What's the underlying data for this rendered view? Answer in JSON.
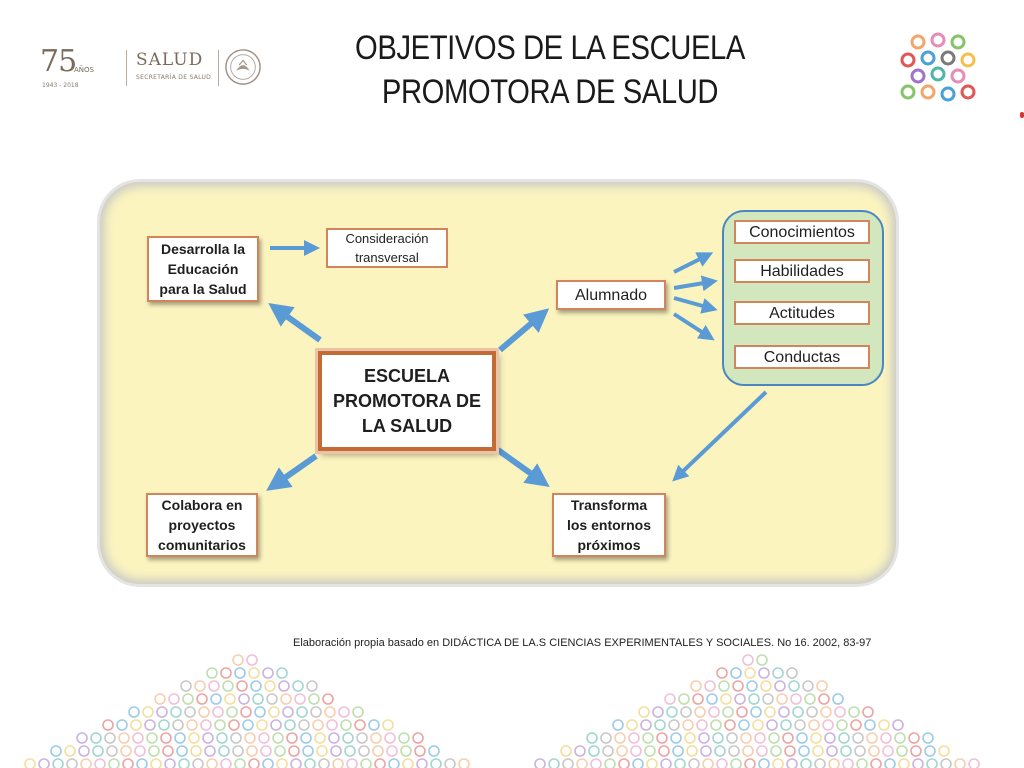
{
  "header": {
    "logo_number": "75",
    "logo_anos": "AÑOS",
    "logo_years": "1943 - 2018",
    "logo_salud": "SALUD",
    "logo_secretaria": "SECRETARÍA DE SALUD",
    "title_line1": "OBJETIVOS DE LA ESCUELA",
    "title_line2": "PROMOTORA DE SALUD"
  },
  "diagram": {
    "center": {
      "line1": "ESCUELA",
      "line2": "PROMOTORA DE",
      "line3": "LA SALUD"
    },
    "desarrolla": {
      "line1": "Desarrolla la",
      "line2": "Educación",
      "line3": "para la Salud"
    },
    "consideracion": {
      "line1": "Consideración",
      "line2": "transversal"
    },
    "alumnado": "Alumnado",
    "outcomes": [
      "Conocimientos",
      "Habilidades",
      "Actitudes",
      "Conductas"
    ],
    "colabora": {
      "line1": "Colabora en",
      "line2": "proyectos",
      "line3": "comunitarios"
    },
    "transforma": {
      "line1": "Transforma",
      "line2": "los entornos",
      "line3": "próximos"
    }
  },
  "citation": "Elaboración propia  basado en DIDÁCTICA DE LA.S CIENCIAS EXPERIMENTALES Y SOCIALES. No 16. 2002, 83-97",
  "colors": {
    "panel_bg": "#fbf4bf",
    "box_border": "#d2855b",
    "arrow": "#5b9bd5",
    "group_bg": "#d3e7be",
    "group_border": "#4a86c2"
  }
}
